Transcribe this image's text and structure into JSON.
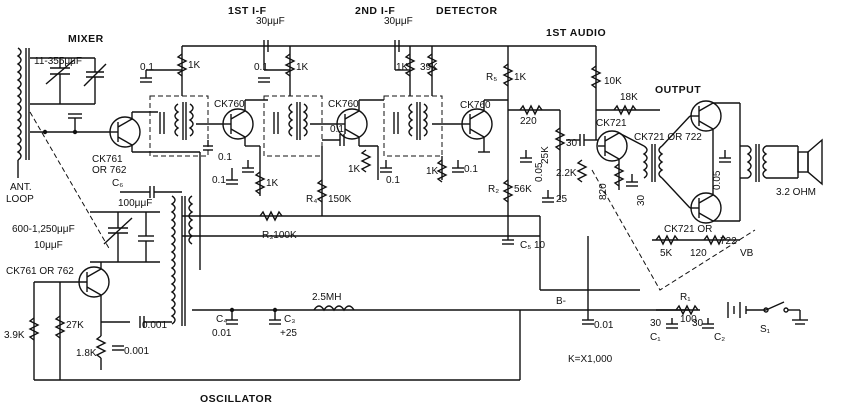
{
  "sections": {
    "mixer": "MIXER",
    "if1": "1ST I-F",
    "if2": "2ND I-F",
    "detector": "DETECTOR",
    "audio1": "1ST AUDIO",
    "output": "OUTPUT",
    "oscillator": "OSCILLATOR"
  },
  "antenna": {
    "line1": "ANT.",
    "line2": "LOOP"
  },
  "capacitors": {
    "mixer_tune": "11-355μμF",
    "if1_feedback": "30μμF",
    "if2_feedback": "30μμF",
    "c_01_a": "0.1",
    "c_01_b": "0.1",
    "c_01_c": "0.1",
    "c_01_d": "0.1",
    "c_01_e": "0.1",
    "c_01_f": "0.1",
    "c_01_g": "0.1",
    "c6_name": "C₆",
    "c6_value": "100μμF",
    "osc_tune": "600-1,250μμF",
    "osc_trim": "10μμF",
    "c_0001_a": "0.001",
    "c_0001_b": "0.001",
    "c4_name": "C₄",
    "c4_value": "0.01",
    "c3_name": "C₃",
    "c3_value": "+25",
    "c5_name": "C₅",
    "c5_value": "10",
    "c_005": "0.05",
    "c_25": "25",
    "c_30": "30",
    "c_30b": "30",
    "c_005_out": "0.05",
    "c_bminus": "0.01",
    "c1_value": "30",
    "c1_name": "C₁",
    "c2_value": "30",
    "c2_name": "C₂"
  },
  "resistors": {
    "r_1k_a": "1K",
    "r_1k_b": "1K",
    "r_1k_c": "1K",
    "r_1k_d": "1K",
    "r_1k_e": "1K",
    "r_1k_f": "1K",
    "r_39k": "39K",
    "r5_name": "R₅",
    "r5_value": "1K",
    "r4_name": "R₄",
    "r4_value": "150K",
    "r3_label": "R₃100K",
    "r_220": "220",
    "r_25k": "25K",
    "r_56k": "56K",
    "r2_name": "R₂",
    "r_22k": "2.2K",
    "r_820": "820",
    "r_10k": "10K",
    "r_18k": "18K",
    "r_5k": "5K",
    "r_120": "120",
    "r1_name": "R₁",
    "r1_value": "100",
    "r_39k_osc": "3.9K",
    "r_27k": "27K",
    "r_18k_osc": "1.8K"
  },
  "transistors": {
    "mixer": "CK761",
    "mixer_alt": "OR 762",
    "if1": "CK760",
    "if2": "CK760",
    "detector": "CK760",
    "audio1": "CK721",
    "output_top": "CK721 OR 722",
    "output_bottom": "CK721 OR",
    "output_bottom2": "722",
    "oscillator": "CK761 OR 762"
  },
  "misc": {
    "choke": "2.5MH",
    "bminus": "B-",
    "vb": "VB",
    "switch": "S₁",
    "speaker": "3.2 OHM",
    "k_note": "K=X1,000"
  }
}
